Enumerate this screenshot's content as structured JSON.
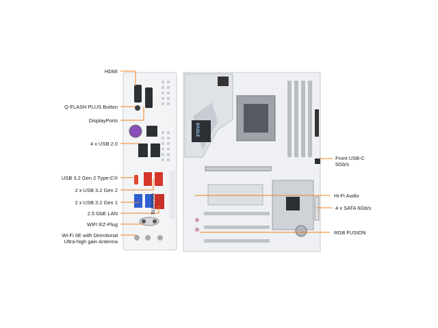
{
  "left_labels": {
    "hdmi": "HDMI",
    "qflash": "Q-FLASH PLUS Button",
    "displayports": "DisplayPorts",
    "usb20": "4 x USB 2.0",
    "usb_typec": "USB 3.2 Gen 2 Type-C®",
    "usb_gen2": "2 x USB 3.2 Gen 2",
    "usb_gen1": "2 x USB 3.2 Gen 1",
    "lan": "2.5 GbE LAN",
    "wifi_ezplug": "WIFI EZ-Plug",
    "antenna_line1": "Wi-Fi 6E with Directional",
    "antenna_line2": "Ultra-high gain Antenna"
  },
  "right_labels": {
    "front_usbc_line1": "Front USB-C",
    "front_usbc_line2": "5Gb/s",
    "hifi_audio": "Hi-Fi Audio",
    "sata": "4 x SATA 6Gb/s",
    "rgb_fusion": "RGB FUSION"
  },
  "board_text": {
    "brand_io": "GIGABYTE",
    "eagle": "EAGLE"
  },
  "colors": {
    "accent": "#f07f1a",
    "board": "#eef0f3",
    "dark": "#3a3d42"
  }
}
